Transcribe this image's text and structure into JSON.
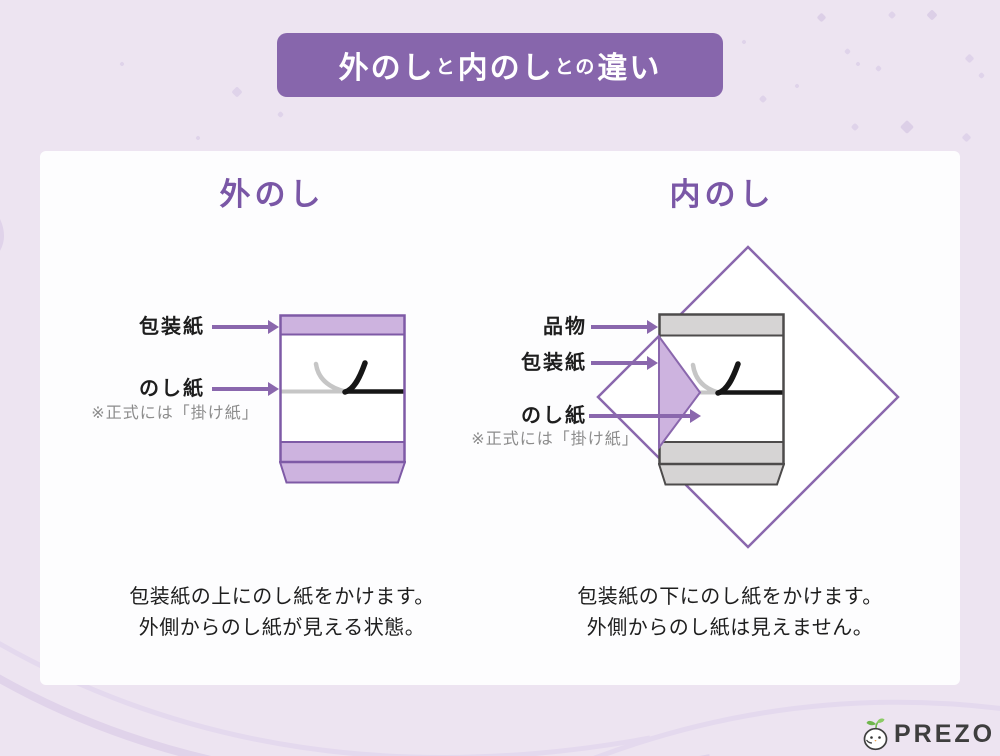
{
  "title": {
    "full_text": "外のしと内のしとの違い",
    "segments": [
      {
        "text": "外のし",
        "emphasis": "large"
      },
      {
        "text": "と",
        "emphasis": "small"
      },
      {
        "text": "内のし",
        "emphasis": "large"
      },
      {
        "text": "との",
        "emphasis": "small"
      },
      {
        "text": "違い",
        "emphasis": "large"
      }
    ]
  },
  "panels": {
    "left": {
      "heading": "外のし",
      "labels": {
        "wrapping_paper": "包装紙",
        "noshi_paper": "のし紙",
        "noshi_note": "※正式には「掛け紙」"
      },
      "description": [
        "包装紙の上にのし紙をかけます。",
        "外側からのし紙が見える状態。"
      ]
    },
    "right": {
      "heading": "内のし",
      "labels": {
        "item": "品物",
        "wrapping_paper": "包装紙",
        "noshi_paper": "のし紙",
        "noshi_note": "※正式には「掛け紙」"
      },
      "description": [
        "包装紙の下にのし紙をかけます。",
        "外側からのし紙は見えません。"
      ]
    }
  },
  "logo": {
    "text": "PREZO",
    "mascot_icon": "sprout-chick-mascot-icon"
  },
  "colors": {
    "background": "#EDE4F1",
    "banner_purple": "#8766AC",
    "heading_purple": "#7A57A6",
    "outline_purple": "#7E5AA6",
    "light_purple_fill": "#CDB3DF",
    "arrow_purple": "#8A67AD",
    "gray_band_fill": "#D6D4D4",
    "gray_outline": "#4D4B4B",
    "knot_gray": "#C6C6C6",
    "knot_black": "#161616",
    "note_gray": "#8C8C8C",
    "logo_text": "#3E3E3E",
    "logo_leaf_green": "#6FB64C"
  }
}
